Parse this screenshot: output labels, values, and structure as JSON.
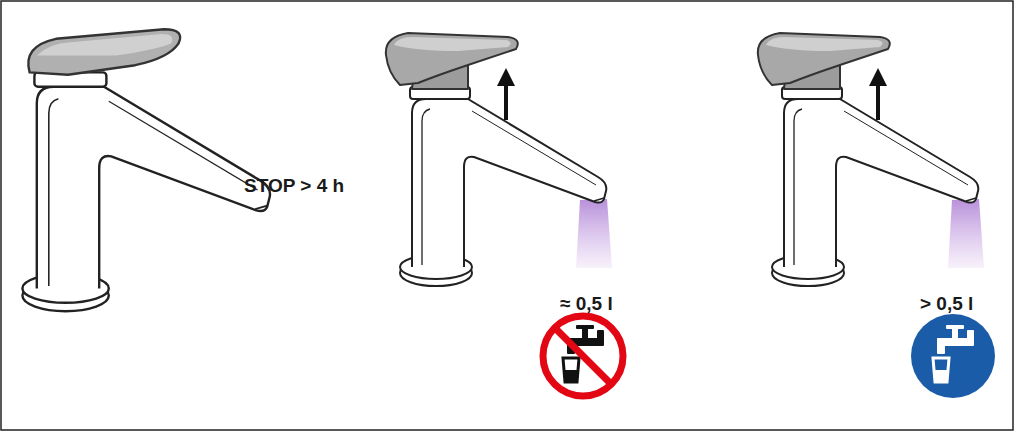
{
  "diagram": {
    "labels": [
      "STOP > 4 h",
      "≈ 0,5 l",
      "> 0,5 l"
    ]
  }
}
